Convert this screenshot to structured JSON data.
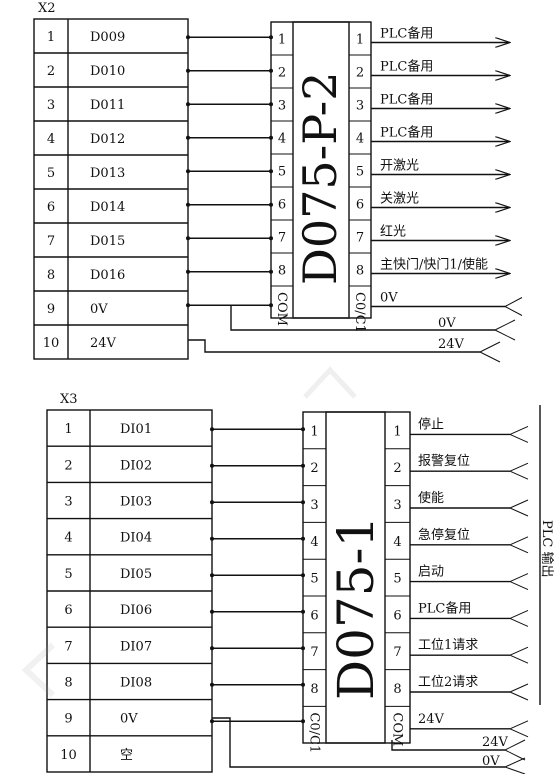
{
  "x2": {
    "title": "X2",
    "rows": [
      {
        "n": "1",
        "sig": "D009"
      },
      {
        "n": "2",
        "sig": "D010"
      },
      {
        "n": "3",
        "sig": "D011"
      },
      {
        "n": "4",
        "sig": "D012"
      },
      {
        "n": "5",
        "sig": "D013"
      },
      {
        "n": "6",
        "sig": "D014"
      },
      {
        "n": "7",
        "sig": "D015"
      },
      {
        "n": "8",
        "sig": "D016"
      },
      {
        "n": "9",
        "sig": "0V"
      },
      {
        "n": "10",
        "sig": "24V"
      }
    ],
    "module_name": "D075-P-2",
    "left_pins": [
      "1",
      "2",
      "3",
      "4",
      "5",
      "6",
      "7",
      "8",
      "COM"
    ],
    "right_pins": [
      "1",
      "2",
      "3",
      "4",
      "5",
      "6",
      "7",
      "8",
      "C0/C1"
    ],
    "outputs": [
      "PLC备用",
      "PLC备用",
      "PLC备用",
      "PLC备用",
      "开激光",
      "关激光",
      "红光",
      "主快门/快门1/使能",
      "0V"
    ],
    "bus_labels": [
      "0V",
      "24V"
    ]
  },
  "x3": {
    "title": "X3",
    "rows": [
      {
        "n": "1",
        "sig": "DI01"
      },
      {
        "n": "2",
        "sig": "DI02"
      },
      {
        "n": "3",
        "sig": "DI03"
      },
      {
        "n": "4",
        "sig": "DI04"
      },
      {
        "n": "5",
        "sig": "DI05"
      },
      {
        "n": "6",
        "sig": "DI06"
      },
      {
        "n": "7",
        "sig": "DI07"
      },
      {
        "n": "8",
        "sig": "DI08"
      },
      {
        "n": "9",
        "sig": "0V"
      },
      {
        "n": "10",
        "sig": "空"
      }
    ],
    "module_name": "D075-1",
    "left_pins": [
      "1",
      "2",
      "3",
      "4",
      "5",
      "6",
      "7",
      "8",
      "C0/C1"
    ],
    "right_pins": [
      "1",
      "2",
      "3",
      "4",
      "5",
      "6",
      "7",
      "8",
      "COM"
    ],
    "inputs": [
      "停止",
      "报警复位",
      "使能",
      "急停复位",
      "启动",
      "PLC备用",
      "工位1请求",
      "工位2请求",
      "24V"
    ],
    "bus_labels": [
      "24V",
      "0V"
    ],
    "side_label": "PLC 输出"
  }
}
